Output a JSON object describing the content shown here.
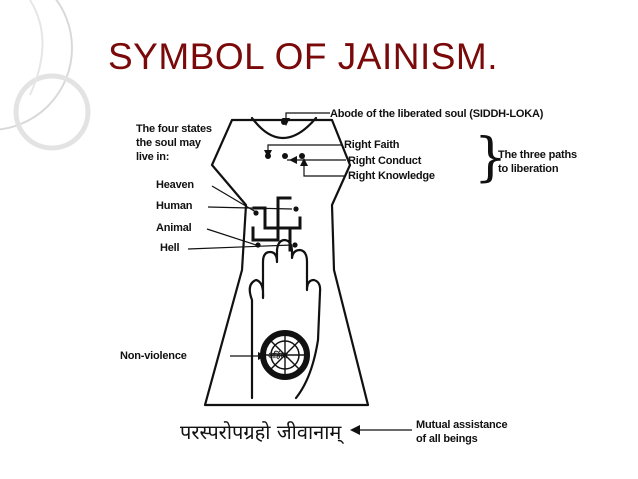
{
  "title": "SYMBOL OF JAINISM.",
  "labels": {
    "abode": "Abode of the liberated soul (SIDDH-LOKA)",
    "four_states_line1": "The four states",
    "four_states_line2": "the soul may",
    "four_states_line3": "live in:",
    "heaven": "Heaven",
    "human": "Human",
    "animal": "Animal",
    "hell": "Hell",
    "right_faith": "Right Faith",
    "right_conduct": "Right Conduct",
    "right_knowledge": "Right Knowledge",
    "three_paths_line1": "The three paths",
    "three_paths_line2": "to liberation",
    "non_violence": "Non-violence",
    "mutual_line1": "Mutual assistance",
    "mutual_line2": "of all beings",
    "wheel_text": "अहिंसा",
    "mantra": "परस्परोपग्रहो जीवानाम्"
  },
  "colors": {
    "title": "#7a0a0a",
    "decoration": "#d9d9d9",
    "ink": "#111111"
  }
}
